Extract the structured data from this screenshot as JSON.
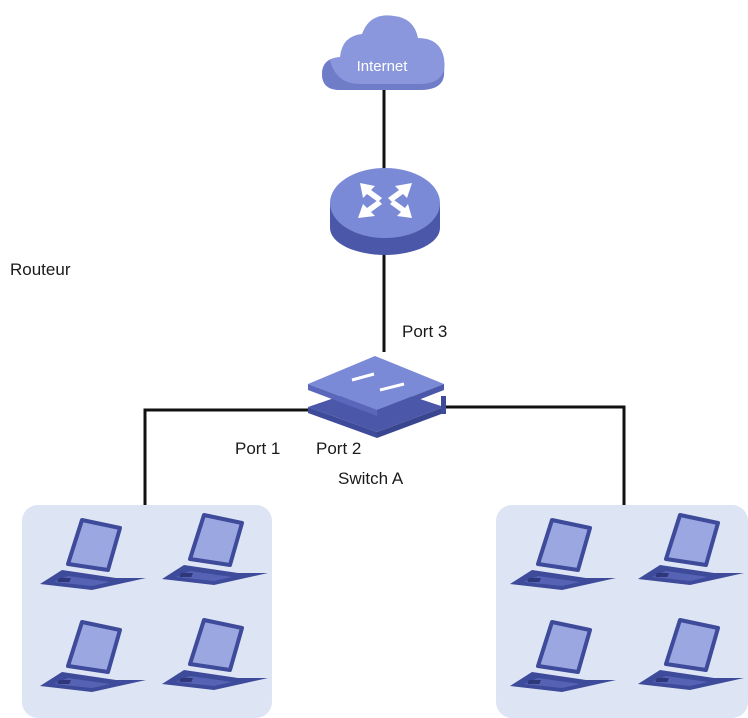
{
  "nodes": {
    "internet": {
      "label": "Internet"
    },
    "router": {
      "label": "Routeur"
    },
    "switch": {
      "label": "Switch A"
    }
  },
  "ports": {
    "port1": "Port 1",
    "port2": "Port 2",
    "port3": "Port 3"
  },
  "colors": {
    "device_top": "#7b8ad6",
    "device_side": "#4b57a8",
    "cloud": "#8a97dd",
    "panel": "#dde4f4",
    "laptop_screen": "#9aa7e0",
    "laptop_dark": "#3e4a9a",
    "line": "#111111"
  }
}
